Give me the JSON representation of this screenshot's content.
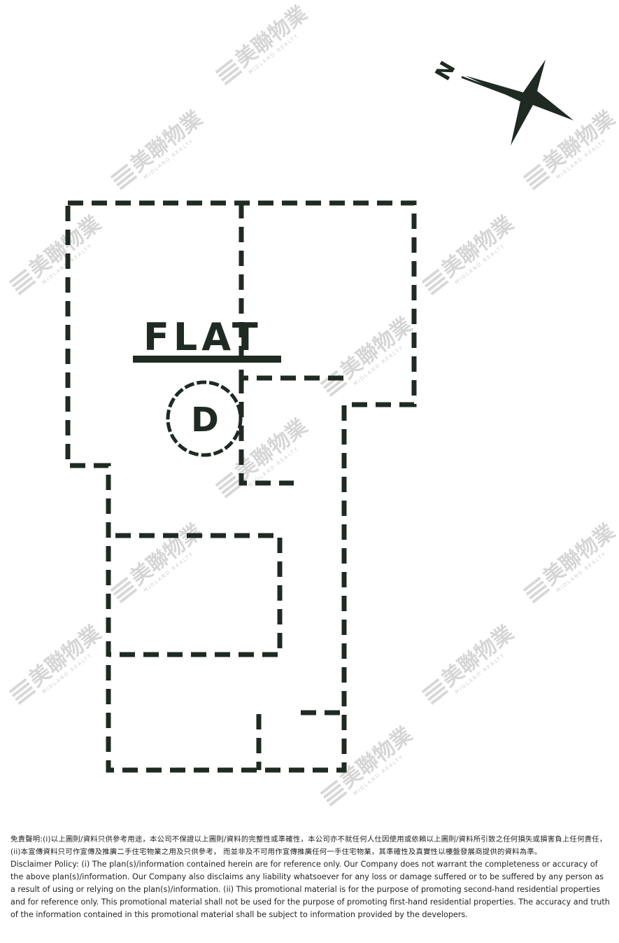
{
  "plan": {
    "flat_label": "FLAT",
    "unit_label": "D",
    "north_label": "N"
  },
  "watermark": {
    "text": "美聯物業",
    "subtext": "MIDLAND REALTY"
  },
  "colors": {
    "ink": "#1e2a22",
    "watermark": "#d6d6d6",
    "background": "#ffffff",
    "text": "#222222"
  },
  "disclaimer": {
    "zh": "免責聲明:(i)以上圖則/資料只供參考用途，本公司不保證以上圖則/資料的完整性或準確性，本公司亦不就任何人仕因使用或依賴以上圖則/資料所引致之任何損失或損害負上任何責任，(ii)本宣傳資料只可作宣傳及推廣二手住宅物業之用及只供參考， 而並非及不可用作宣傳推廣任何一手住宅物業，其準確性及真實性以樓盤發展商提供的資料為準。",
    "en": "Disclaimer Policy: (i) The plan(s)/information contained herein are for reference only. Our Company does not warrant the completeness or accuracy of the above plan(s)/information. Our Company also disclaims any liability whatsoever for any loss or damage suffered or to be suffered by any person as a result of using or relying on the plan(s)/information. (ii) This promotional material is for the purpose of promoting second-hand residential properties and for reference only. This promotional material shall not be used for the purpose of promoting first-hand residential properties. The accuracy and truth of the information contained in this promotional material shall be subject to information provided by the developers."
  }
}
